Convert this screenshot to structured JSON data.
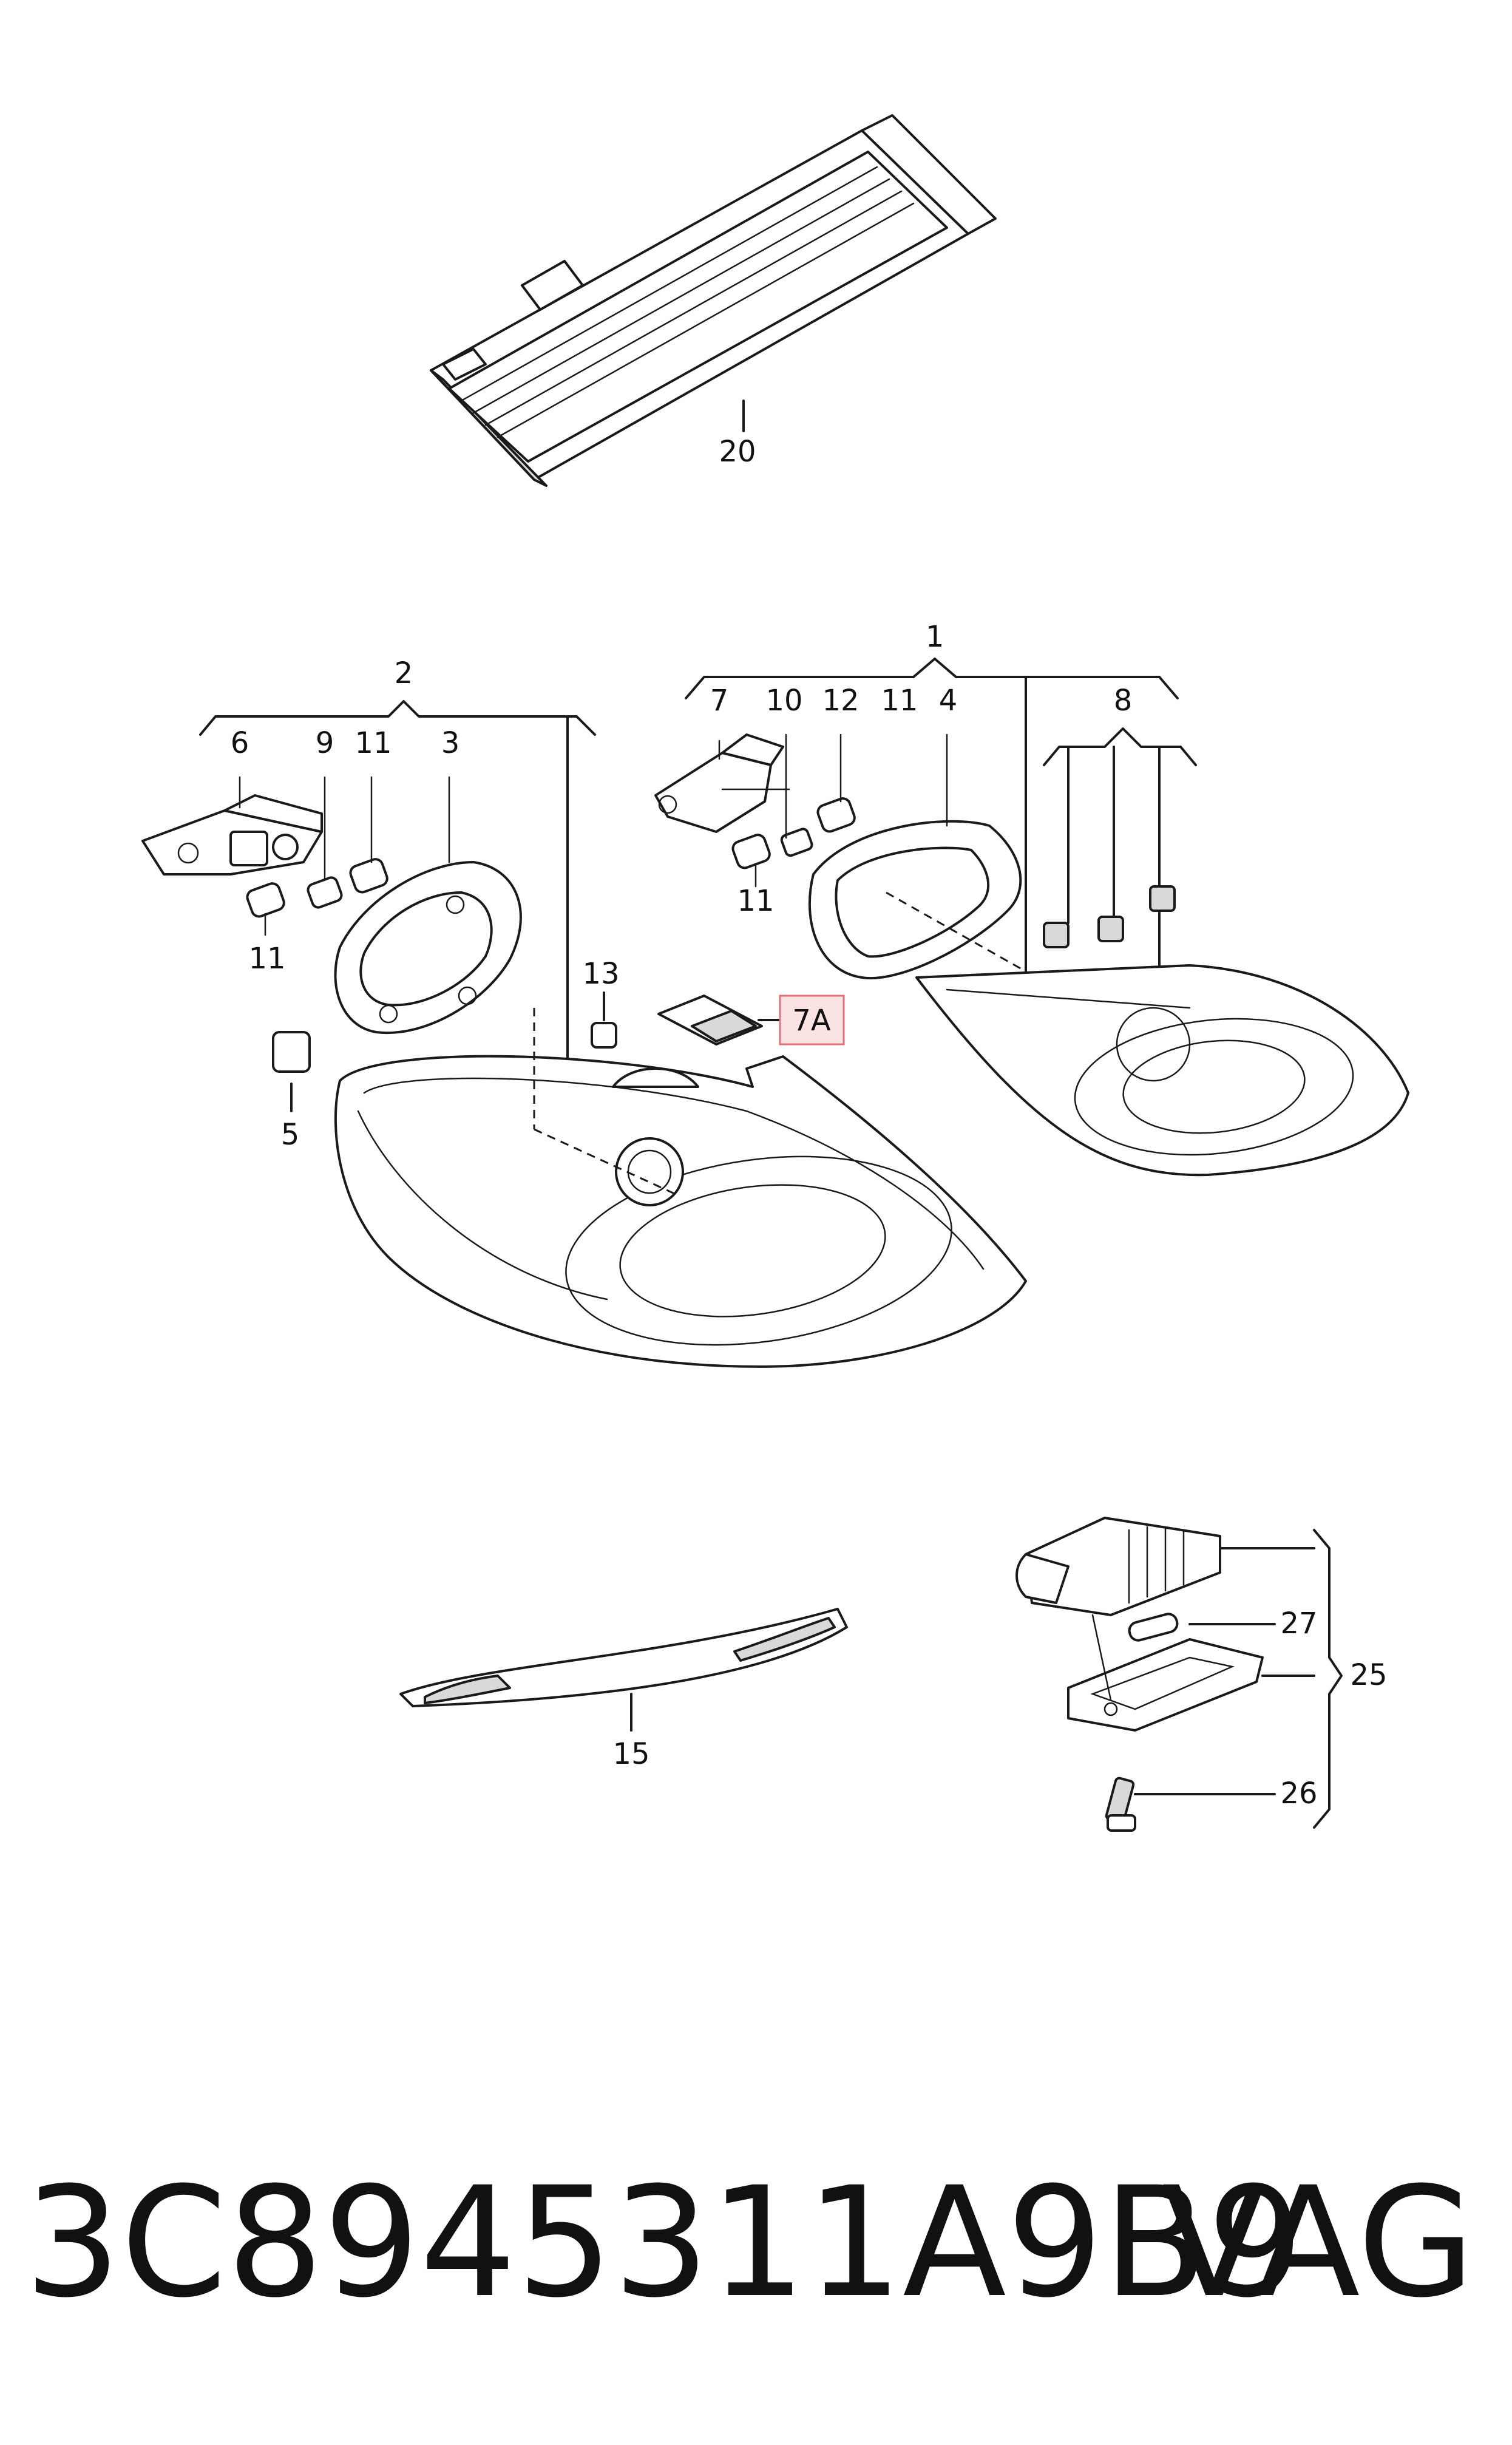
{
  "labels": {
    "l1": "1",
    "l2": "2",
    "l3": "3",
    "l4": "4",
    "l5": "5",
    "l6": "6",
    "l7": "7",
    "l7a": "7A",
    "l8": "8",
    "l9": "9",
    "l10": "10",
    "l11a": "11",
    "l11b": "11",
    "l11c": "11",
    "l11d": "11",
    "l12": "12",
    "l13": "13",
    "l15": "15",
    "l20": "20",
    "l25": "25",
    "l26": "26",
    "l27": "27"
  },
  "highlight": {
    "label": "7A",
    "color": "#e0707a"
  },
  "footer": {
    "part_number": "3C8945311A9B9",
    "brand": "VAG"
  }
}
